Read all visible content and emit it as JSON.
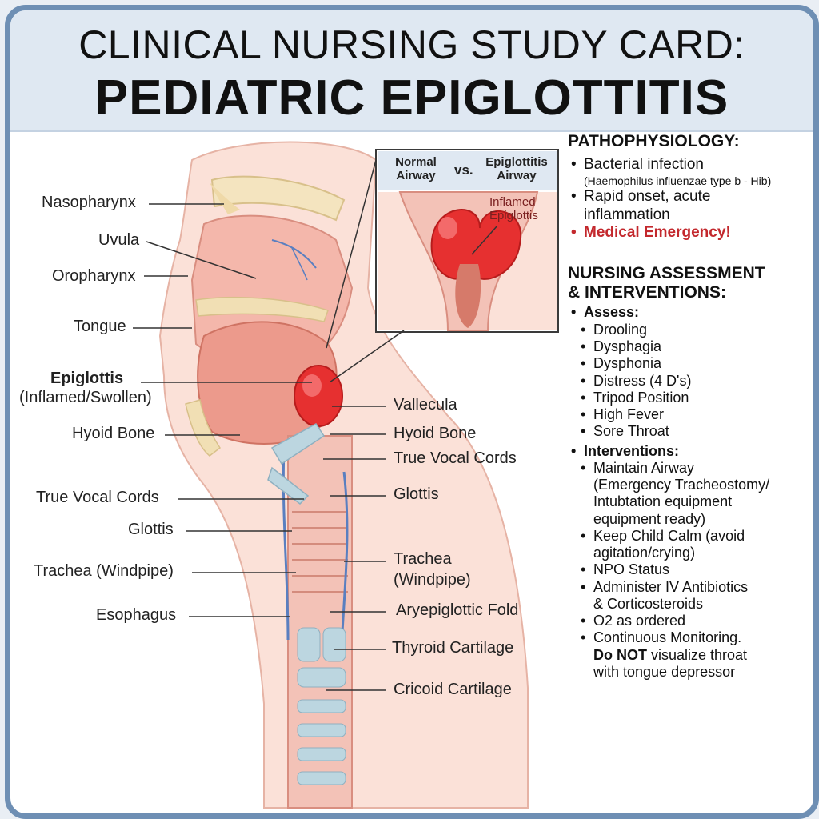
{
  "header": {
    "title_line1": "CLINICAL NURSING STUDY CARD:",
    "title_line2": "PEDIATRIC EPIGLOTTITIS"
  },
  "colors": {
    "border": "#6e8fb4",
    "header_bg": "#dfe8f2",
    "tissue": "#f2b8ad",
    "inflamed": "#e63030",
    "cartilage": "#bcd6e0",
    "emergency": "#c3282d"
  },
  "diagram": {
    "left_labels": {
      "nasopharynx": "Nasopharynx",
      "uvula": "Uvula",
      "oropharynx": "Oropharynx",
      "tongue": "Tongue",
      "epiglottis": "Epiglottis",
      "epiglottis_note": "(Inflamed/Swollen)",
      "hyoid": "Hyoid Bone",
      "vocal_cords": "True Vocal Cords",
      "glottis": "Glottis",
      "trachea": "Trachea (Windpipe)",
      "esophagus": "Esophagus"
    },
    "right_labels": {
      "vallecula": "Vallecula",
      "hyoid": "Hyoid Bone",
      "vocal_cords": "True Vocal Cords",
      "glottis": "Glottis",
      "trachea_1": "Trachea",
      "trachea_2": "(Windpipe)",
      "aryepiglottic": "Aryepiglottic Fold",
      "thyroid": "Thyroid Cartilage",
      "cricoid": "Cricoid Cartilage"
    },
    "inset": {
      "normal_1": "Normal",
      "normal_2": "Airway",
      "vs": "vs.",
      "epi_1": "Epiglottitis",
      "epi_2": "Airway",
      "note_1": "Inflamed",
      "note_2": "Epiglottis"
    }
  },
  "patho": {
    "heading": "PATHOPHYSIOLOGY:",
    "b1": "Bacterial infection",
    "b1_sub": "(Haemophilus influenzae type b - Hib)",
    "b2_1": "Rapid onset, acute",
    "b2_2": "inflammation",
    "b3": "Medical Emergency!"
  },
  "nursing": {
    "heading_1": "NURSING ASSESSMENT",
    "heading_2": "& INTERVENTIONS:",
    "assess_heading": "Assess:",
    "assess": [
      "Drooling",
      "Dysphagia",
      "Dysphonia",
      "Distress (4 D's)",
      "Tripod Position",
      "High Fever",
      "Sore Throat"
    ],
    "interventions_heading": "Interventions:",
    "i1_1": "Maintain Airway",
    "i1_2": "(Emergency Tracheostomy/",
    "i1_3": "Intubtation equipment",
    "i1_4": "equipment ready)",
    "i2_1": "Keep Child Calm (avoid",
    "i2_2": "agitation/crying)",
    "i3": "NPO Status",
    "i4_1": "Administer IV Antibiotics",
    "i4_2": "& Corticosteroids",
    "i5": "O2 as ordered",
    "i6_1": "Continuous Monitoring.",
    "i6_2a": "Do NOT",
    "i6_2b": " visualize throat",
    "i6_3": "with tongue depressor"
  }
}
